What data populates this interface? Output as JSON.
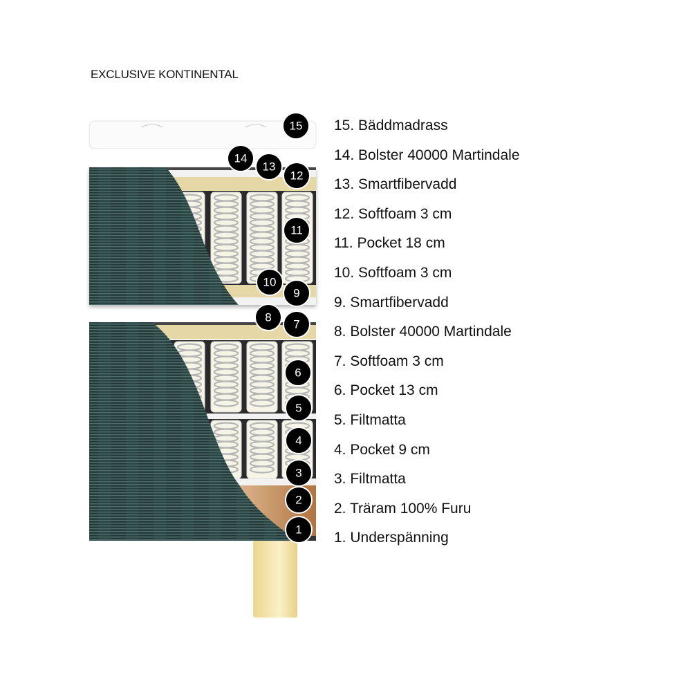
{
  "title": "EXCLUSIVE KONTINENTAL",
  "colors": {
    "cover": "#2c4545",
    "beige": "#e6d7a6",
    "wood": "#b9824f",
    "leg": "#f3e2a6",
    "dark": "#2a2a2a",
    "badge": "#000000"
  },
  "layers": [
    {
      "num": "15",
      "label": "15. Bäddmadrass"
    },
    {
      "num": "14",
      "label": "14. Bolster 40000 Martindale"
    },
    {
      "num": "13",
      "label": "13. Smartfibervadd"
    },
    {
      "num": "12",
      "label": "12. Softfoam 3 cm"
    },
    {
      "num": "11",
      "label": "11. Pocket 18 cm"
    },
    {
      "num": "10",
      "label": "10. Softfoam 3 cm"
    },
    {
      "num": "9",
      "label": "9. Smartfibervadd"
    },
    {
      "num": "8",
      "label": "8. Bolster 40000 Martindale"
    },
    {
      "num": "7",
      "label": "7. Softfoam 3 cm"
    },
    {
      "num": "6",
      "label": "6. Pocket 13 cm"
    },
    {
      "num": "5",
      "label": "5. Filtmatta"
    },
    {
      "num": "4",
      "label": "4. Pocket 9 cm"
    },
    {
      "num": "3",
      "label": "3. Filtmatta"
    },
    {
      "num": "2",
      "label": "2. Träram 100% Furu"
    },
    {
      "num": "1",
      "label": "1. Underspänning"
    }
  ]
}
